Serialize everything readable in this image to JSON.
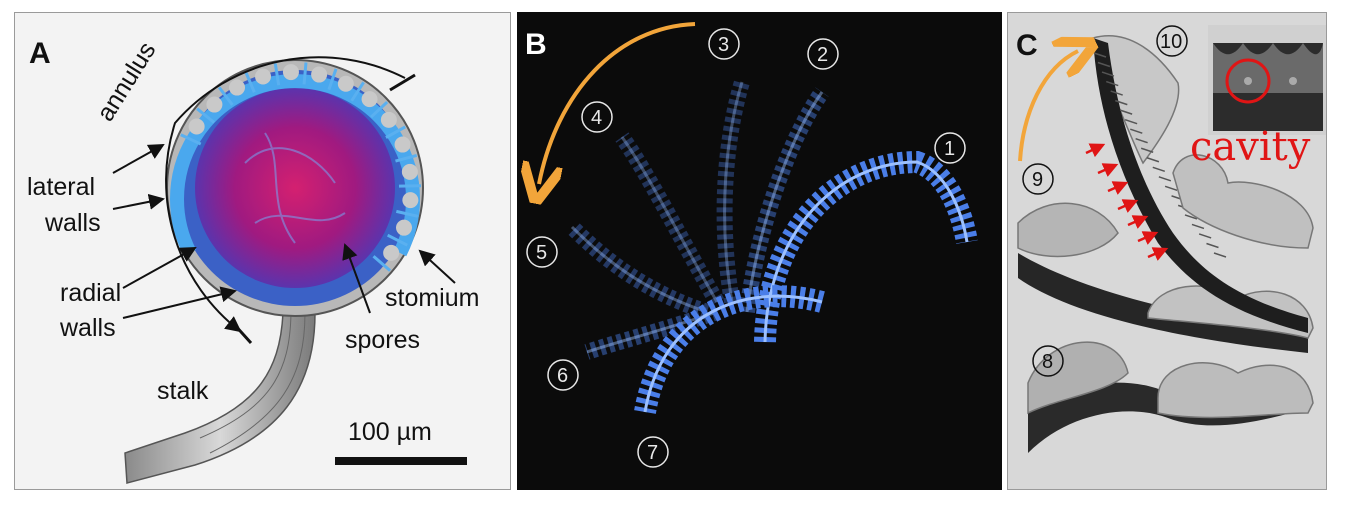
{
  "panel_a": {
    "label": "A",
    "labels": {
      "annulus": "annulus",
      "lateral_walls_1": "lateral",
      "lateral_walls_2": "walls",
      "radial_walls_1": "radial",
      "radial_walls_2": "walls",
      "spores": "spores",
      "stomium": "stomium",
      "stalk": "stalk"
    },
    "scale_bar": "100 µm"
  },
  "panel_b": {
    "label": "B",
    "numbers": [
      "1",
      "2",
      "3",
      "4",
      "5",
      "6",
      "7"
    ]
  },
  "panel_c": {
    "label": "C",
    "numbers": [
      "8",
      "9",
      "10"
    ],
    "inset_label": "cavity"
  },
  "colors": {
    "annulus_blue": "#4aa8ee",
    "spores_magenta": "#c81a6a",
    "orange_arrow": "#f2a53a",
    "red_annotation": "#e01515"
  }
}
